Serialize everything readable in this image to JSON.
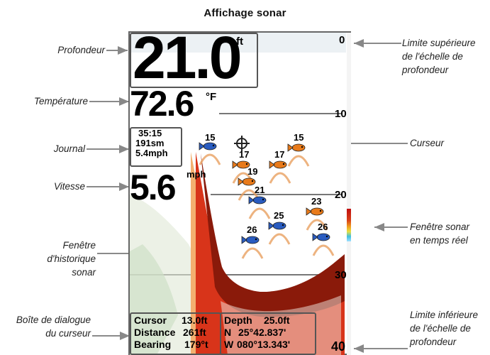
{
  "title": "Affichage sonar",
  "callouts": {
    "profondeur": "Profondeur",
    "temperature": "Température",
    "journal": "Journal",
    "vitesse": "Vitesse",
    "historique": [
      "Fenêtre",
      "d'historique",
      "sonar"
    ],
    "boite": [
      "Boîte de dialogue",
      "du curseur"
    ],
    "limite_sup": [
      "Limite supérieure",
      "de l'échelle de",
      "profondeur"
    ],
    "curseur": "Curseur",
    "temps_reel": [
      "Fenêtre sonar",
      "en temps réel"
    ],
    "limite_inf": [
      "Limite inférieure",
      "de l'échelle de",
      "profondeur"
    ]
  },
  "screen": {
    "depth": {
      "value": "21.0",
      "unit": "ft"
    },
    "temperature": {
      "value": "72.6",
      "unit": "°F"
    },
    "log": {
      "time": "35:15",
      "distance": "191sm",
      "avg_speed": "5.4mph"
    },
    "speed": {
      "value": "5.6",
      "unit": "mph"
    },
    "scale": {
      "top": "0",
      "mid1": "10",
      "mid2": "20",
      "mid3": "30",
      "bottom": "40"
    },
    "fish_depths": [
      "15",
      "15",
      "17",
      "17",
      "19",
      "21",
      "23",
      "25",
      "26",
      "26"
    ],
    "cursor_dialog": {
      "left": [
        {
          "label": "Cursor",
          "value": "13.0ft"
        },
        {
          "label": "Distance",
          "value": "261ft"
        },
        {
          "label": "Bearing",
          "value": "179°t"
        }
      ],
      "right": [
        {
          "label": "Depth",
          "value": "25.0ft"
        },
        {
          "label": "N",
          "value": "25°42.837'"
        },
        {
          "label": "W",
          "value": "080°13.343'"
        }
      ]
    }
  },
  "colors": {
    "bottom_dark": "#8a1a0a",
    "bottom_red": "#d8341a",
    "bottom_orange": "#f09020",
    "fish_orange": "#e87a1a",
    "fish_blue": "#2a5cc0",
    "callout_line": "#888888"
  }
}
